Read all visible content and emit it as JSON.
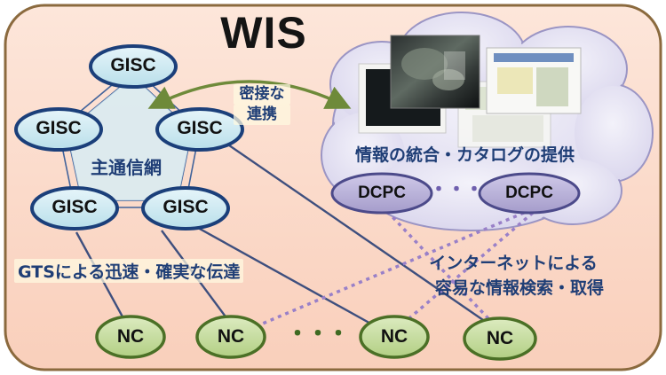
{
  "title": "WIS",
  "core_network": {
    "label": "主通信網",
    "nodes": [
      "GISC",
      "GISC",
      "GISC",
      "GISC",
      "GISC"
    ]
  },
  "close_link": {
    "line1": "密接な",
    "line2": "連携"
  },
  "cloud": {
    "label": "情報の統合・カタログの提供",
    "nodes": [
      "DCPC",
      "DCPC"
    ],
    "ellipsis": "・・・"
  },
  "gts_label": "GTSによる迅速・確実な伝達",
  "internet_label": {
    "line1": "インターネットによる",
    "line2": "容易な情報検索・取得"
  },
  "nc_nodes": [
    "NC",
    "NC",
    "NC",
    "NC"
  ],
  "nc_ellipsis": "・・・",
  "colors": {
    "background_panel": "#fbd8c8",
    "panel_border": "#8b6a3e",
    "gisc_fill": "#d2ebf2",
    "gisc_border": "#1b3f7a",
    "dcpc_fill": "#b8b0d8",
    "dcpc_border": "#4c4a8a",
    "nc_fill": "#c5dc9c",
    "nc_border": "#4b7026",
    "cloud_fill": "#e6e4f3",
    "link_line": "#3e4f7e",
    "internet_line": "#9980c8",
    "arrow": "#6e8a3a"
  }
}
